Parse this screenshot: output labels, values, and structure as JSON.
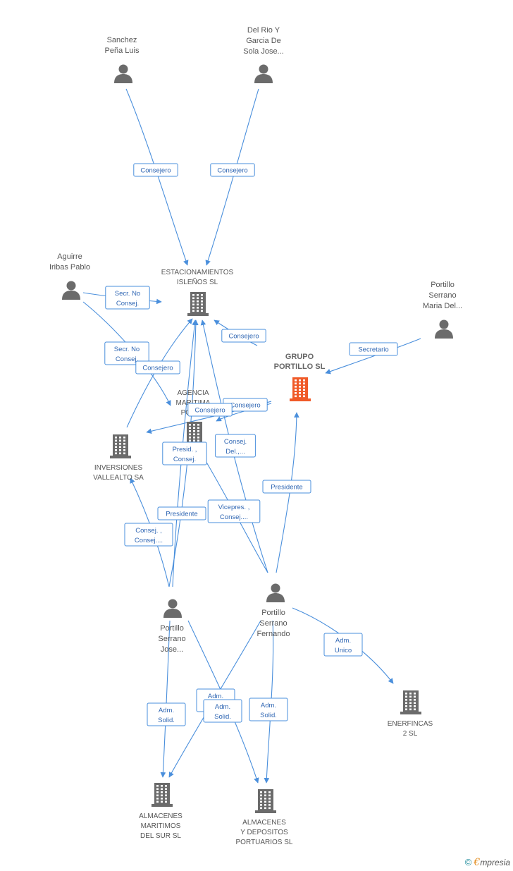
{
  "nodes": [
    {
      "id": "sanchez",
      "type": "person",
      "label": [
        "Sanchez",
        "Peña Luis"
      ]
    },
    {
      "id": "delrio",
      "type": "person",
      "label": [
        "Del Rio Y",
        "Garcia De",
        "Sola Jose..."
      ]
    },
    {
      "id": "aguirre",
      "type": "person",
      "label": [
        "Aguirre",
        "Iribas Pablo"
      ]
    },
    {
      "id": "pmaria",
      "type": "person",
      "label": [
        "Portillo",
        "Serrano",
        "Maria Del..."
      ]
    },
    {
      "id": "pfernando",
      "type": "person",
      "label": [
        "Portillo",
        "Serrano",
        "Fernando"
      ]
    },
    {
      "id": "pjose",
      "type": "person",
      "label": [
        "Portillo",
        "Serrano",
        "Jose..."
      ]
    },
    {
      "id": "estacionamientos",
      "type": "company",
      "label": [
        "ESTACIONAMIENTOS",
        "ISLEÑOS SL"
      ]
    },
    {
      "id": "grupo",
      "type": "company",
      "main": true,
      "label": [
        "GRUPO",
        "PORTILLO SL"
      ]
    },
    {
      "id": "agencia",
      "type": "company",
      "label": [
        "AGENCIA",
        "MARITIMA",
        "PORT..."
      ]
    },
    {
      "id": "inversiones",
      "type": "company",
      "label": [
        "INVERSIONES",
        "VALLEALTO SA"
      ]
    },
    {
      "id": "enerfincas",
      "type": "company",
      "label": [
        "ENERFINCAS",
        "2 SL"
      ]
    },
    {
      "id": "alm_sur",
      "type": "company",
      "label": [
        "ALMACENES",
        "MARITIMOS",
        "DEL SUR SL"
      ]
    },
    {
      "id": "alm_dep",
      "type": "company",
      "label": [
        "ALMACENES",
        "Y DEPOSITOS",
        "PORTUARIOS SL"
      ]
    }
  ],
  "edge_labels": [
    {
      "id": "e1",
      "lines": [
        "Consejero"
      ]
    },
    {
      "id": "e2",
      "lines": [
        "Consejero"
      ]
    },
    {
      "id": "e3",
      "lines": [
        "Secr.  No",
        "Consej."
      ]
    },
    {
      "id": "e4",
      "lines": [
        "Secr.  No",
        "Consej."
      ]
    },
    {
      "id": "e5",
      "lines": [
        "Consejero"
      ]
    },
    {
      "id": "e6",
      "lines": [
        "Consejero"
      ]
    },
    {
      "id": "e7",
      "lines": [
        "Secretario"
      ]
    },
    {
      "id": "e8",
      "lines": [
        "Consejero"
      ]
    },
    {
      "id": "e9",
      "lines": [
        "Consejero"
      ]
    },
    {
      "id": "e10",
      "lines": [
        "Presid. ,",
        "Consej."
      ]
    },
    {
      "id": "e11",
      "lines": [
        "Consej.",
        "Del.,..."
      ]
    },
    {
      "id": "e12",
      "lines": [
        "Presidente"
      ]
    },
    {
      "id": "e13",
      "lines": [
        "Presidente"
      ]
    },
    {
      "id": "e14",
      "lines": [
        "Vicepres. ,",
        "Consej...."
      ]
    },
    {
      "id": "e15",
      "lines": [
        "Consej. ,",
        "Consej...."
      ]
    },
    {
      "id": "e16",
      "lines": [
        "Adm.",
        "Unico"
      ]
    },
    {
      "id": "e17",
      "lines": [
        "Adm.",
        "Solid."
      ]
    },
    {
      "id": "e18",
      "lines": [
        "Adm.",
        "Solid."
      ]
    },
    {
      "id": "e19",
      "lines": [
        "Adm.",
        "Solid."
      ]
    },
    {
      "id": "e20",
      "lines": [
        "Adm.",
        "Solid."
      ]
    }
  ],
  "footer": {
    "copyright": "©",
    "brand_e": "€",
    "brand_rest": "mpresia"
  }
}
